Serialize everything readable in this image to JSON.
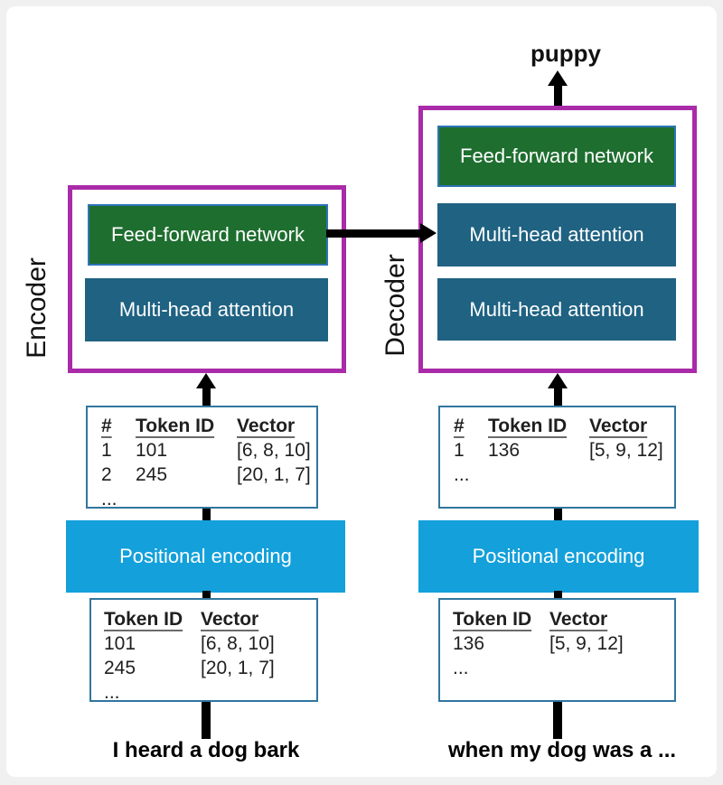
{
  "colors": {
    "purple": "#a92ba9",
    "green": "#1e6e2f",
    "blue": "#1f6282",
    "light_blue": "#14a0db",
    "table_border": "#31769f",
    "ink": "#1f1f1f"
  },
  "encoder": {
    "label": "Encoder",
    "layers": {
      "feed_forward": "Feed-forward network",
      "attention": "Multi-head attention"
    },
    "embedding_table": {
      "headers": [
        "#",
        "Token ID",
        "Vector"
      ],
      "rows": [
        [
          "1",
          "101",
          "[6, 8, 10]"
        ],
        [
          "2",
          "245",
          "[20, 1, 7]"
        ]
      ],
      "ellipsis": "..."
    },
    "positional_encoding": "Positional encoding",
    "token_table": {
      "headers": [
        "Token ID",
        "Vector"
      ],
      "rows": [
        [
          "101",
          "[6, 8, 10]"
        ],
        [
          "245",
          "[20, 1, 7]"
        ]
      ],
      "ellipsis": "..."
    },
    "input_text": "I heard a dog bark"
  },
  "decoder": {
    "label": "Decoder",
    "output_token": "puppy",
    "layers": {
      "feed_forward": "Feed-forward network",
      "attention_1": "Multi-head attention",
      "attention_2": "Multi-head attention"
    },
    "embedding_table": {
      "headers": [
        "#",
        "Token ID",
        "Vector"
      ],
      "rows": [
        [
          "1",
          "136",
          "[5, 9, 12]"
        ]
      ],
      "ellipsis": "..."
    },
    "positional_encoding": "Positional encoding",
    "token_table": {
      "headers": [
        "Token ID",
        "Vector"
      ],
      "rows": [
        [
          "136",
          "[5, 9, 12]"
        ]
      ],
      "ellipsis": "..."
    },
    "input_text": "when my dog was a ..."
  }
}
